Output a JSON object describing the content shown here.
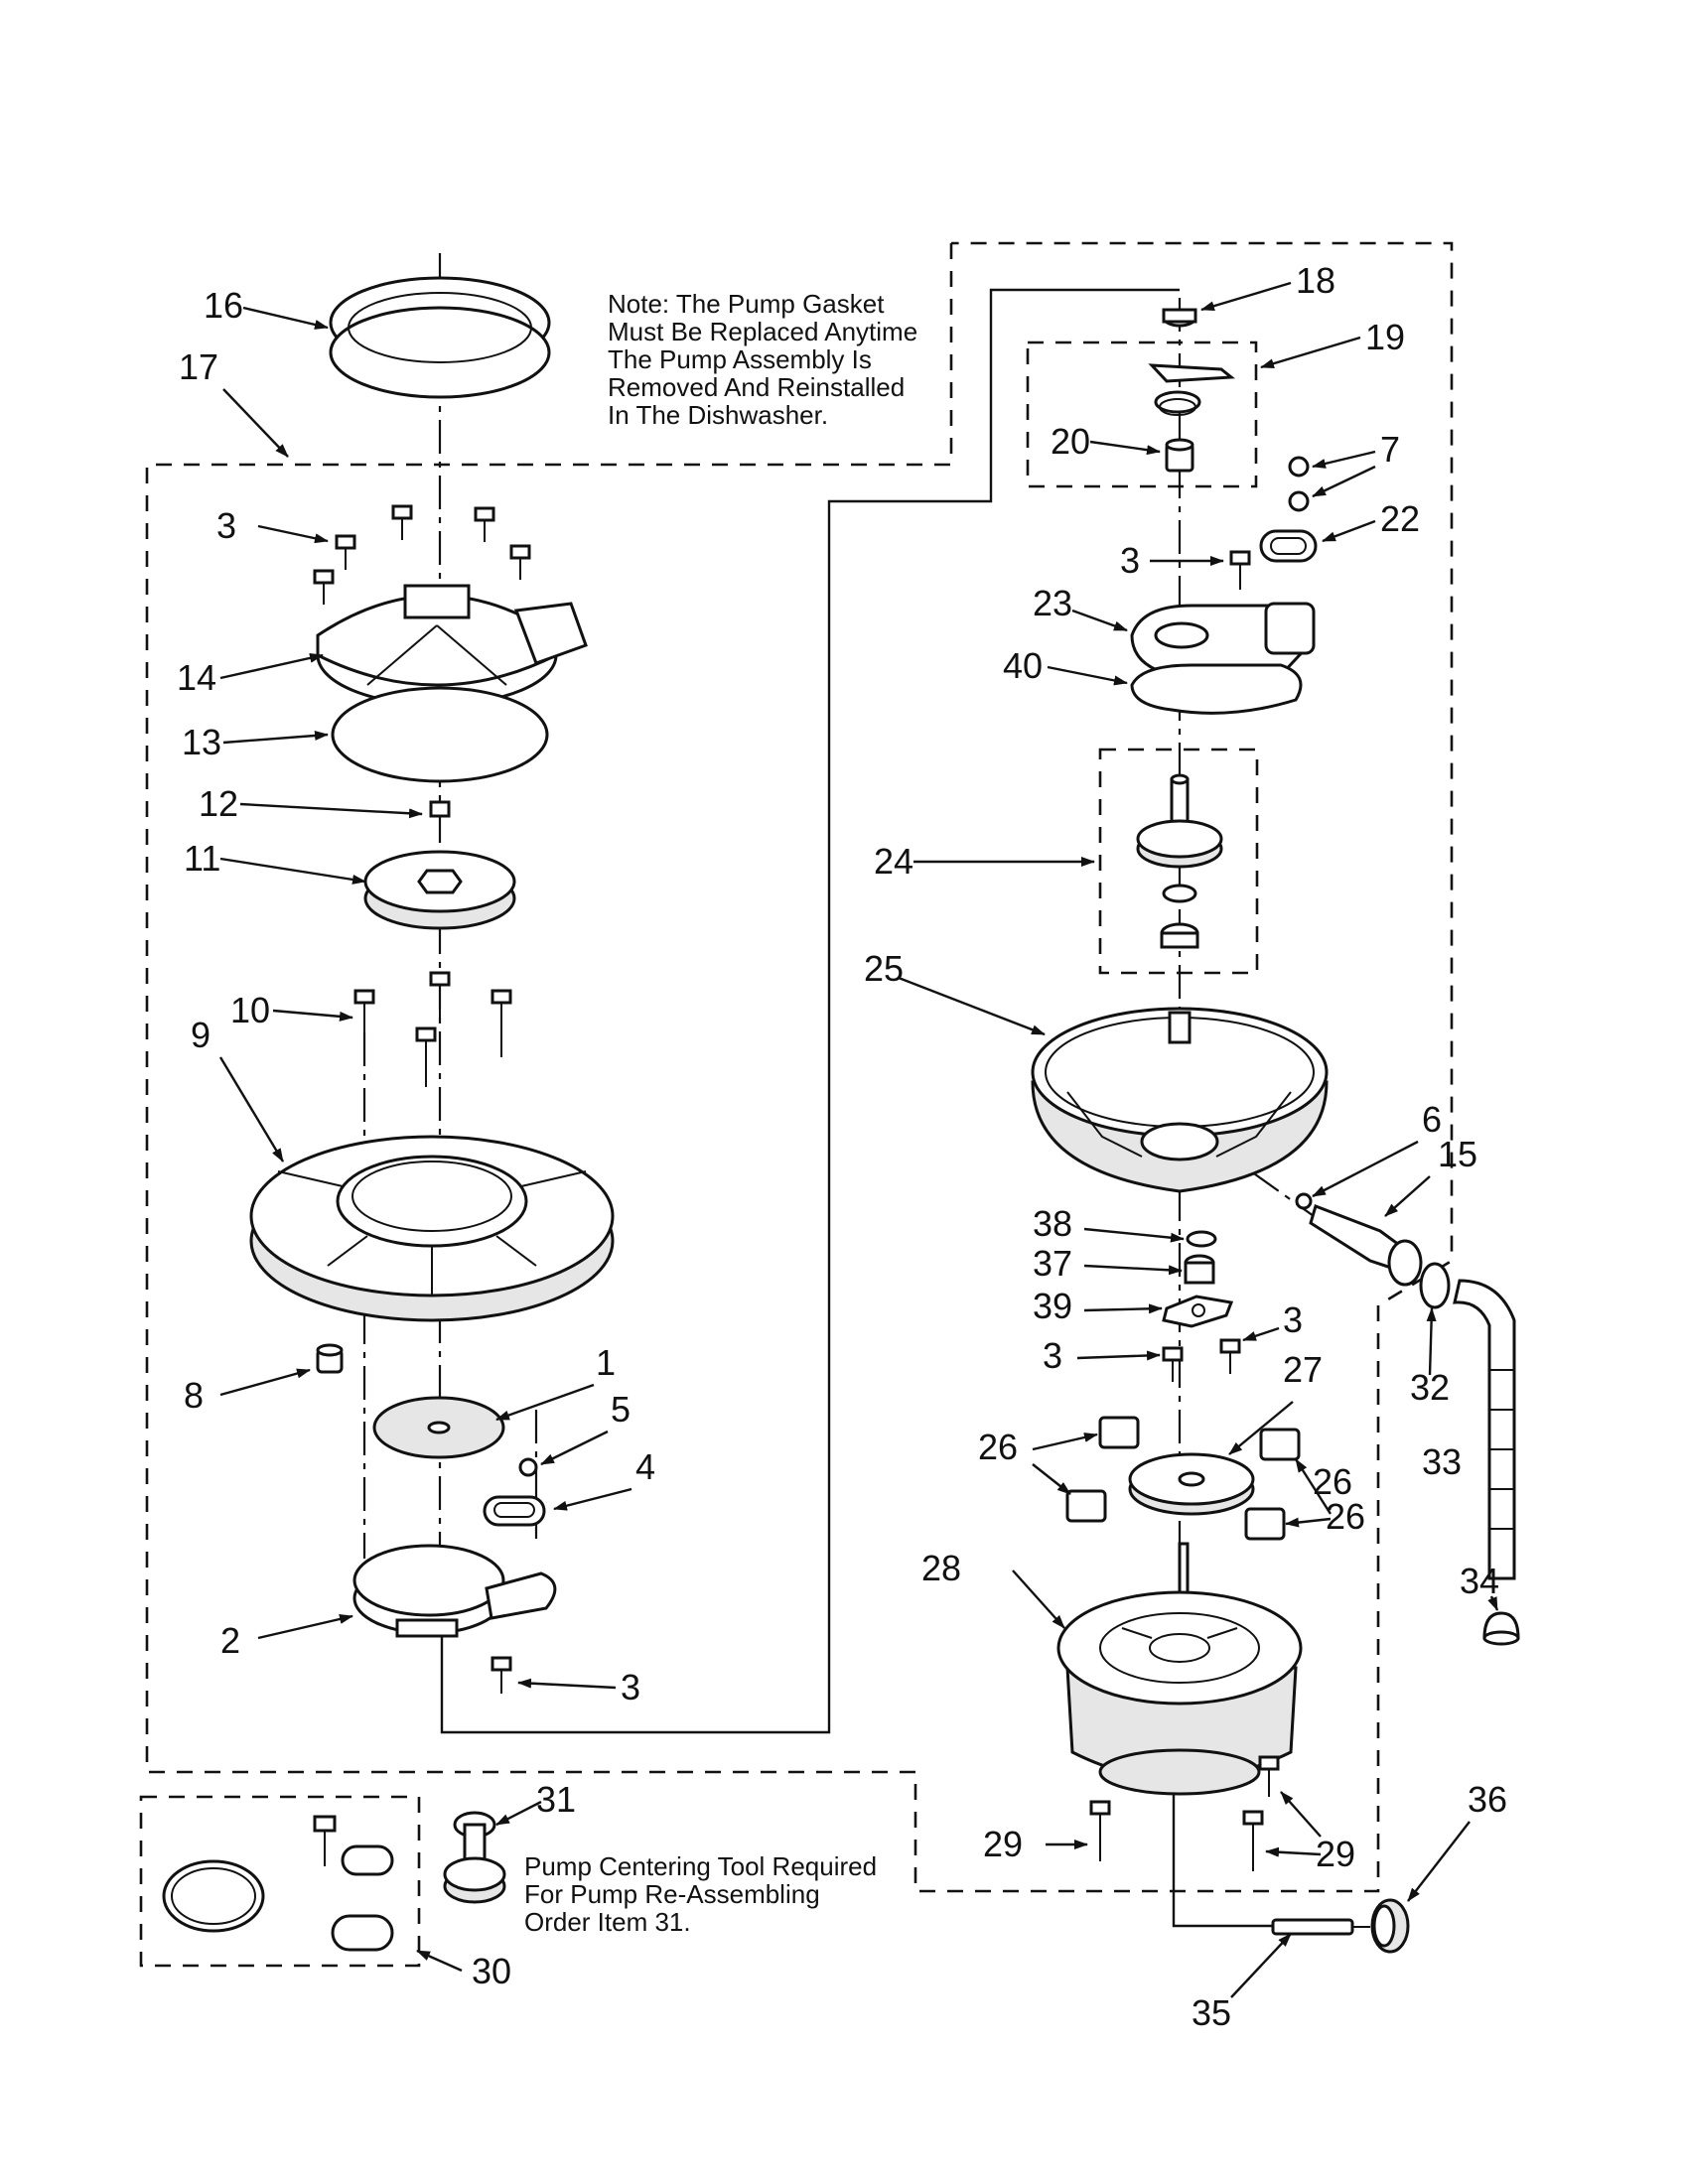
{
  "notes": {
    "gasket": [
      "Note: The Pump Gasket",
      "Must Be Replaced Anytime",
      "The Pump Assembly Is",
      "Removed And Reinstalled",
      "In The Dishwasher."
    ],
    "tool": [
      "Pump Centering Tool Required",
      "For Pump Re-Assembling",
      "Order Item 31."
    ]
  },
  "callouts": {
    "c16": "16",
    "c17": "17",
    "c3a": "3",
    "c14": "14",
    "c13": "13",
    "c12": "12",
    "c11": "11",
    "c10": "10",
    "c9": "9",
    "c8": "8",
    "c1": "1",
    "c5": "5",
    "c4": "4",
    "c2": "2",
    "c3b": "3",
    "c31": "31",
    "c30": "30",
    "c18": "18",
    "c19": "19",
    "c20": "20",
    "c7": "7",
    "c22": "22",
    "c3c": "3",
    "c23": "23",
    "c40": "40",
    "c24": "24",
    "c25": "25",
    "c6": "6",
    "c15": "15",
    "c38": "38",
    "c37": "37",
    "c39": "39",
    "c3d": "3",
    "c3e": "3",
    "c27": "27",
    "c26a": "26",
    "c26b": "26",
    "c26c": "26",
    "c28": "28",
    "c32": "32",
    "c33": "33",
    "c34": "34",
    "c29a": "29",
    "c29b": "29",
    "c36": "36",
    "c35": "35"
  }
}
